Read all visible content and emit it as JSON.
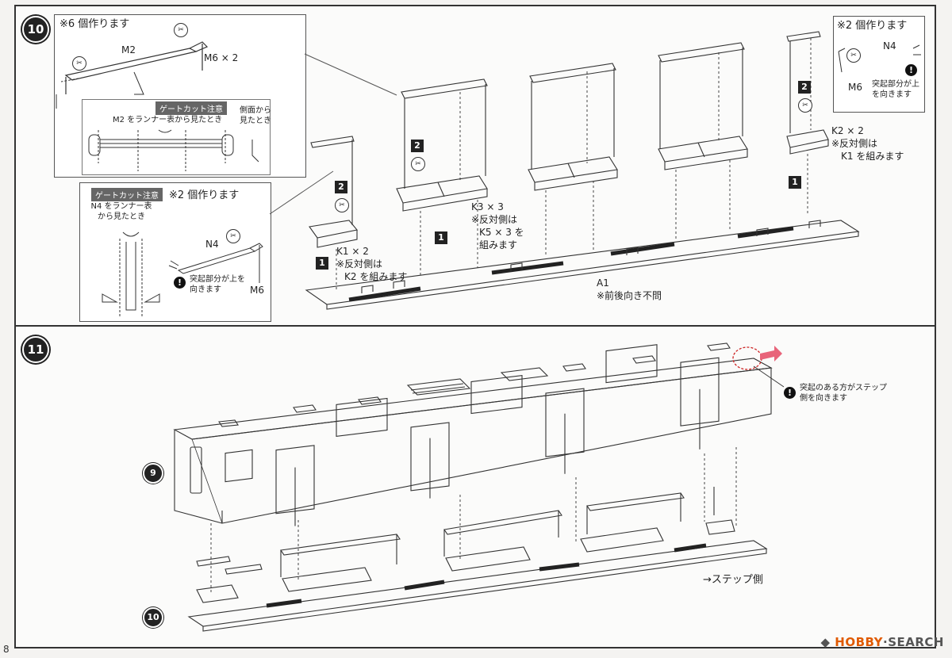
{
  "page": {
    "number": "8",
    "watermark": "HOBBY SEARCH",
    "watermark_prefix": "◆",
    "watermark_brand": "HOBBY",
    "watermark_suffix": "SEARCH"
  },
  "step10": {
    "badge": "10",
    "inset_seats": {
      "make_count": "※6 個作ります",
      "part_m2": "M2",
      "part_m6": "M6 × 2",
      "gate_title": "ゲートカット注意",
      "gate_note": "M2 をランナー表から見たとき",
      "side_note": "側面から見たとき"
    },
    "inset_n4": {
      "gate_title": "ゲートカット注意",
      "gate_note": "N4 をランナー表から見たとき",
      "make_count": "※2 個作ります",
      "part_n4": "N4",
      "part_m6": "M6",
      "warning": "突起部分が上を向きます"
    },
    "inset_right": {
      "make_count": "※2 個作ります",
      "part_n4": "N4",
      "part_m6": "M6",
      "warning": "突起部分が上を向きます"
    },
    "labels": {
      "k1": "K1 × 2",
      "k1_note1": "※反対側は",
      "k1_note2": "K2 を組みます",
      "k3": "K3 × 3",
      "k3_note1": "※反対側は",
      "k3_note2": "K5 × 3 を",
      "k3_note3": "組みます",
      "k2": "K2 × 2",
      "k2_note1": "※反対側は",
      "k2_note2": "K1 を組みます",
      "a1": "A1",
      "a1_note": "※前後向き不問"
    },
    "substeps": [
      "1",
      "2"
    ]
  },
  "step11": {
    "badge": "11",
    "ref_body": "9",
    "ref_floor": "10",
    "warning": "突起のある方がステップ側を向きます",
    "step_side": "→ステップ側"
  },
  "colors": {
    "accent_arrow": "#e8647a",
    "ink": "#222222",
    "paper": "#fbfbfa"
  }
}
